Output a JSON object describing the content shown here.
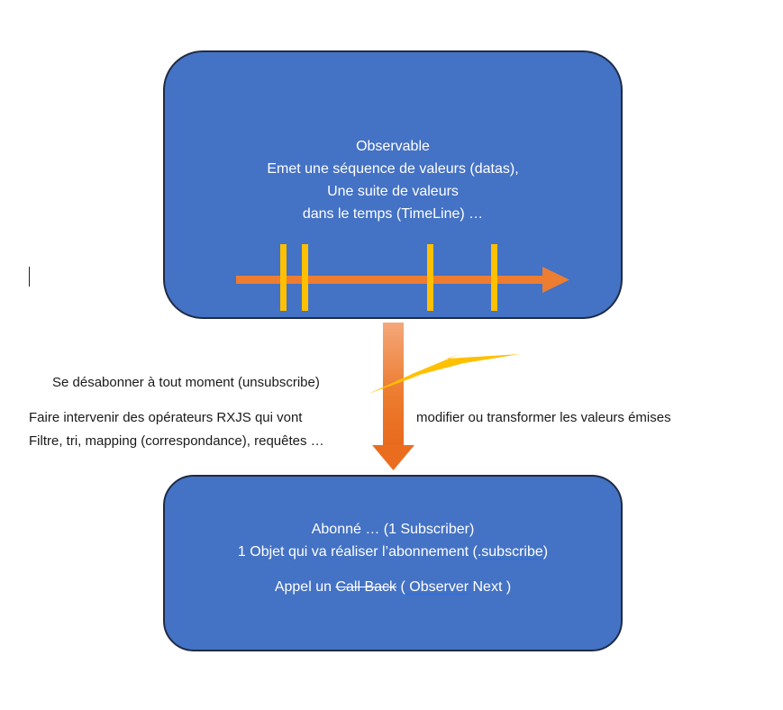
{
  "observable": {
    "line1": "Observable",
    "line2": "Emet une séquence de valeurs (datas),",
    "line3": "Une suite de valeurs",
    "line4": "dans le temps (TimeLine) …"
  },
  "subscriber": {
    "line1": "Abonné … (1 Subscriber)",
    "line2_prefix": "1 Objet qui va réaliser l’abonnement (",
    "line2_underlined": ".subscribe",
    "line2_suffix": ")",
    "line3_prefix": "Appel un ",
    "line3_struck": "Call Back",
    "line3_space": " ",
    "line3_underlined": "( Observer",
    "line3_suffix": " Next )"
  },
  "labels": {
    "unsubscribe": "Se désabonner à tout moment (unsubscribe)",
    "operators_left": "Faire intervenir des opérateurs RXJS qui vont",
    "operators_right": "modifier ou transformer les valeurs émises",
    "operators_line2": "Filtre, tri, mapping (correspondance), requêtes …"
  },
  "colors": {
    "box_fill": "#4472c4",
    "box_border": "#1f2b44",
    "timeline_arrow": "#ed7d31",
    "tick": "#ffc000",
    "lightning": "#ffc000",
    "down_arrow": "#ed7d31"
  },
  "icons": {
    "lightning": "lightning-bolt-icon"
  }
}
